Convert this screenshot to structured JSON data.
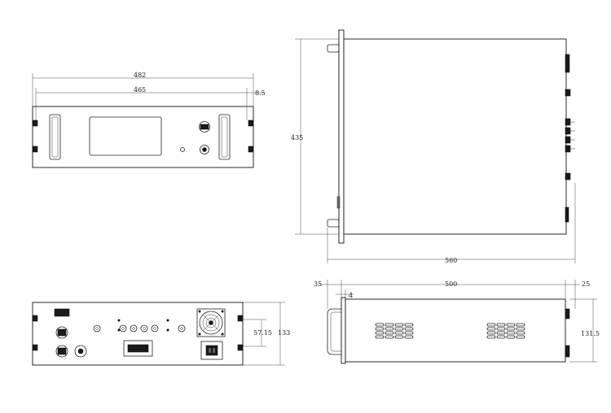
{
  "dimensions": {
    "front_total_width": "482",
    "front_hole_spacing": "465",
    "front_ear_offset": "8.5",
    "side_height": "435",
    "side_depth": "560",
    "bottom_handle": "35",
    "bottom_panel": "4",
    "bottom_body": "500",
    "bottom_rear": "25",
    "rear_height": "133",
    "rear_unit": "57.15",
    "bottom_height": "131.5"
  },
  "colors": {
    "line": "#222222",
    "fill_dark": "#1a1a1a",
    "fill_mid": "#6b6b6b"
  }
}
